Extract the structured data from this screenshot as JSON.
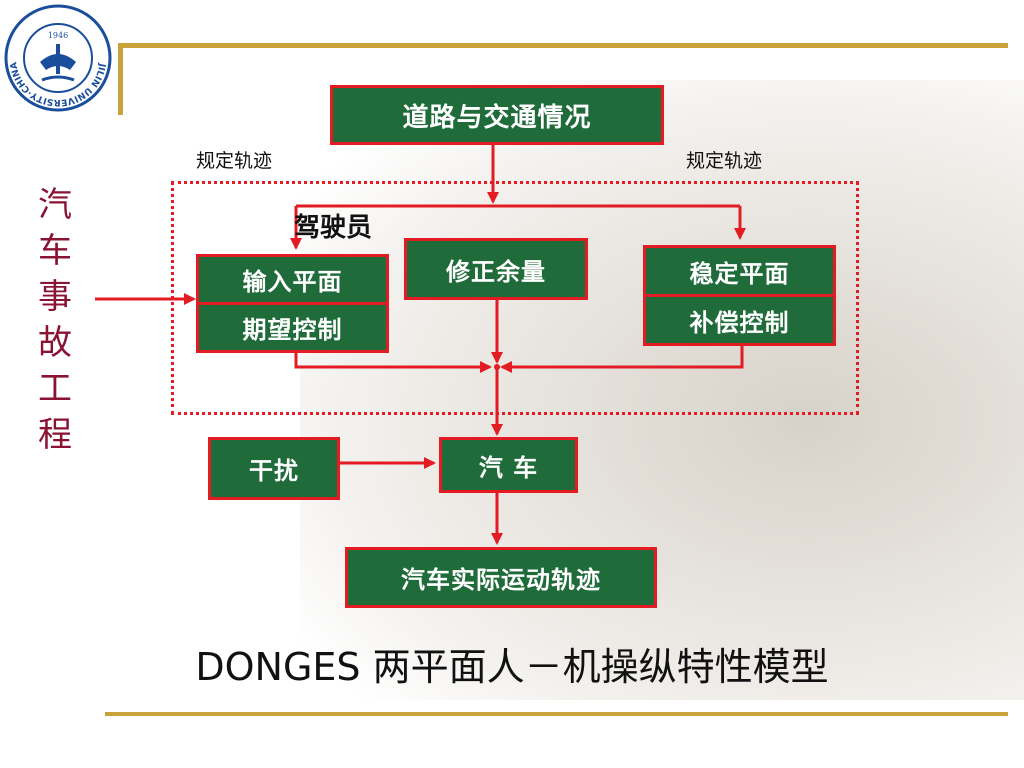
{
  "university_logo": {
    "ring_text": "JILIN UNIVERSITY·CHINA",
    "year": "1946"
  },
  "vertical_title": "汽车事故工程",
  "nodes": {
    "road_traffic": "道路与交通情况",
    "input_plane_line1": "输入平面",
    "input_plane_line2": "期望控制",
    "correction_margin": "修正余量",
    "stable_plane_line1": "稳定平面",
    "stable_plane_line2": "补偿控制",
    "disturbance": "干扰",
    "vehicle": "汽 车",
    "actual_trajectory": "汽车实际运动轨迹"
  },
  "labels": {
    "prescribed_trajectory_left": "规定轨迹",
    "prescribed_trajectory_right": "规定轨迹",
    "driver": "驾驶员"
  },
  "caption": "DONGES 两平面人－机操纵特性模型",
  "colors": {
    "box_fill": "#1f6b3a",
    "box_border": "#e31b23",
    "arrow": "#e31b23",
    "vertical_title": "#8a1232",
    "gold_rule": "#c9a23a"
  }
}
